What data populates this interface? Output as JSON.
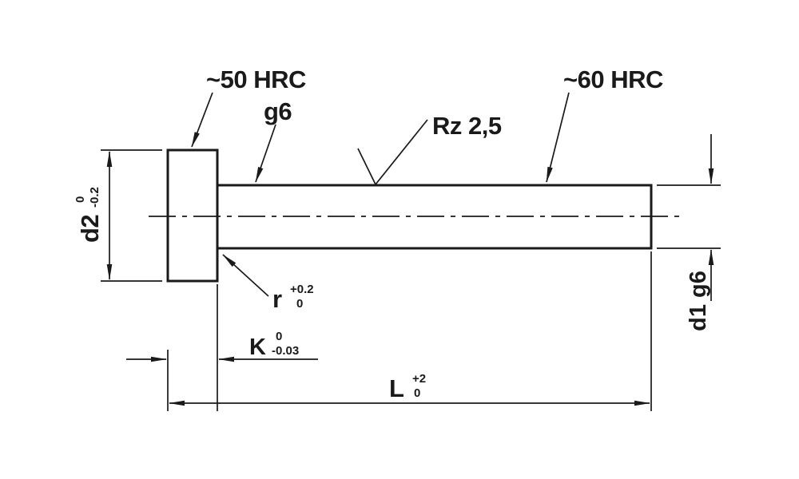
{
  "colors": {
    "line": "#1a1a1a",
    "accent": "#0e98a8"
  },
  "annotations": {
    "hardness_head": "~50 HRC",
    "shaft_fit": "g6",
    "roughness": "Rz 2,5",
    "hardness_shaft": "~60 HRC"
  },
  "dimensions": {
    "d2": {
      "label": "d2",
      "tol_upper": "0",
      "tol_lower": "-0.2"
    },
    "d1": {
      "label": "d1 g6"
    },
    "r": {
      "label": "r",
      "tol_upper": "+0.2",
      "tol_lower": "0"
    },
    "k": {
      "label": "K",
      "tol_upper": "0",
      "tol_lower": "-0.03"
    },
    "l": {
      "label": "L",
      "tol_upper": "+2",
      "tol_lower": "0"
    }
  }
}
